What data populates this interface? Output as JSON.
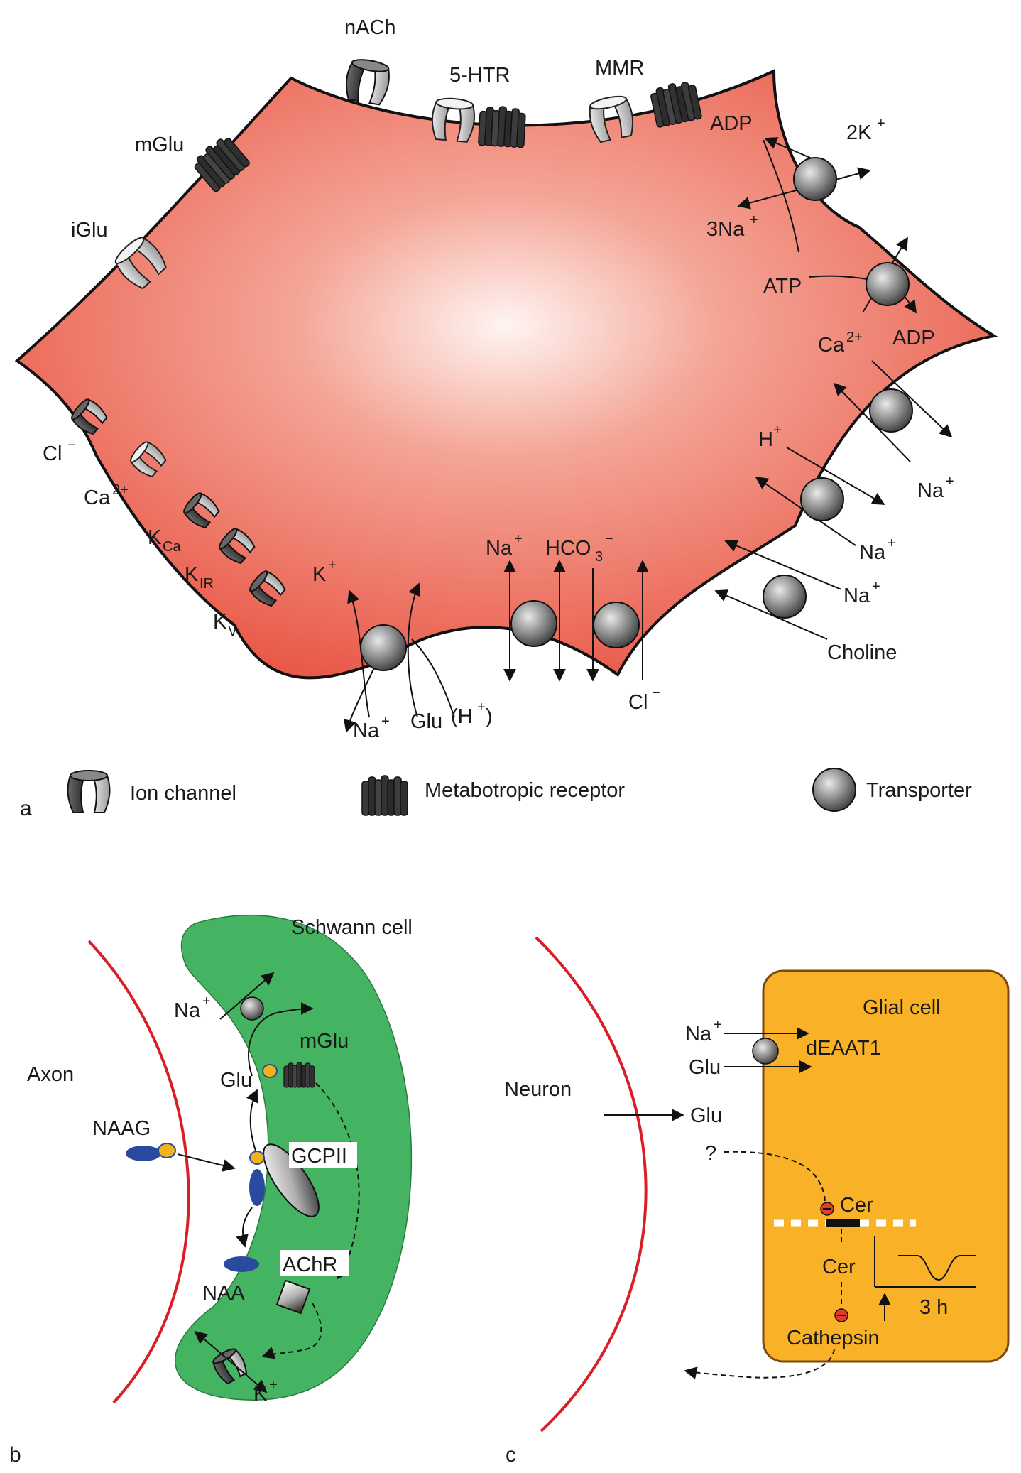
{
  "panel_a": {
    "letter": "a",
    "receptors": {
      "nach": "nACh",
      "htr": "5-HTR",
      "mmr": "MMR",
      "mglu": "mGlu",
      "iglu": "iGlu"
    },
    "channels": {
      "cl": "Cl",
      "ca": "Ca",
      "ca_charge": "2+",
      "k": "K",
      "kca_sub": "Ca",
      "kir_sub": "IR",
      "kv_sub": "V"
    },
    "pump_top": {
      "adp": "ADP",
      "k": "2K",
      "na": "3Na",
      "atp": "ATP"
    },
    "pump_ca": {
      "ca": "Ca",
      "ca_charge": "2+",
      "adp": "ADP"
    },
    "exchanger": {
      "na": "Na"
    },
    "nhe": {
      "h": "H",
      "na": "Na"
    },
    "choline_t": {
      "na": "Na",
      "choline": "Choline"
    },
    "bottom": {
      "k": "K",
      "na_in": "Na",
      "glu": "Glu",
      "h": "(H",
      "h_close": ")",
      "na_out": "Na",
      "hco3": "HCO",
      "hco3_sub": "3",
      "cl": "Cl"
    },
    "legend": {
      "ion_channel": "Ion channel",
      "metabotropic": "Metabotropic receptor",
      "transporter": "Transporter"
    }
  },
  "panel_b": {
    "letter": "b",
    "schwann": "Schwann cell",
    "axon": "Axon",
    "na": "Na",
    "mglu": "mGlu",
    "glu": "Glu",
    "naag": "NAAG",
    "gcpii": "GCPII",
    "naa": "NAA",
    "achr": "AChR",
    "k": "K"
  },
  "panel_c": {
    "letter": "c",
    "glial": "Glial cell",
    "neuron": "Neuron",
    "na": "Na",
    "glu_in": "Glu",
    "deaat": "dEAAT1",
    "glu_out": "Glu",
    "question": "?",
    "cer_top": "Cer",
    "cer_mid": "Cer",
    "cathepsin": "Cathepsin",
    "time": "3 h"
  },
  "signs": {
    "plus": "+",
    "minus": "−"
  },
  "colors": {
    "cell_red": "#e95646",
    "schwann_green": "#44b362",
    "glial_orange": "#f9b227",
    "axon_red": "#d81f26",
    "naag_blue": "#2a4aa0",
    "glu_yellow": "#f2b21c"
  }
}
